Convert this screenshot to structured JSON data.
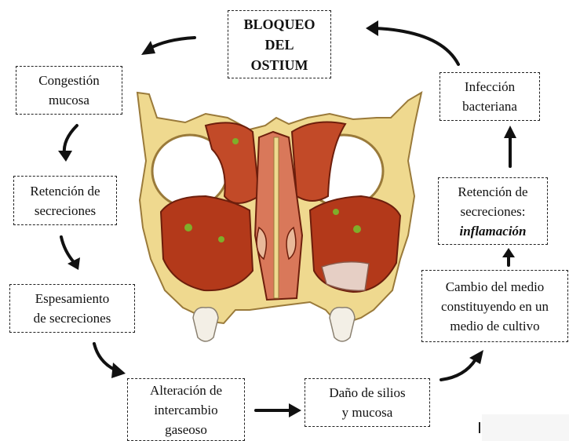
{
  "diagram": {
    "center_box": {
      "lines": [
        "BLOQUEO",
        "DEL",
        "OSTIUM"
      ]
    },
    "left_boxes": [
      {
        "lines": [
          "Congestión",
          "mucosa"
        ]
      },
      {
        "lines": [
          "Retención de",
          "secreciones"
        ]
      },
      {
        "lines": [
          "Espesamiento",
          "de secreciones"
        ]
      }
    ],
    "bottom_boxes": [
      {
        "lines": [
          "Alteración de",
          "intercambio",
          "gaseoso"
        ]
      },
      {
        "lines": [
          "Daño de silios",
          "y mucosa"
        ]
      }
    ],
    "right_boxes": [
      {
        "lines": [
          "Cambio del medio",
          "constituyendo en un",
          "medio de cultivo"
        ]
      },
      {
        "lines": [
          "Retención de",
          "secreciones:",
          "inflamación"
        ]
      },
      {
        "lines": [
          "Infección",
          "bacteriana"
        ]
      }
    ]
  },
  "colors": {
    "arrow": "#111111",
    "bone": "#efd98f",
    "mucosa": "#b3391a",
    "mucosa_light": "#d9785a",
    "pus": "#7fae2a"
  }
}
